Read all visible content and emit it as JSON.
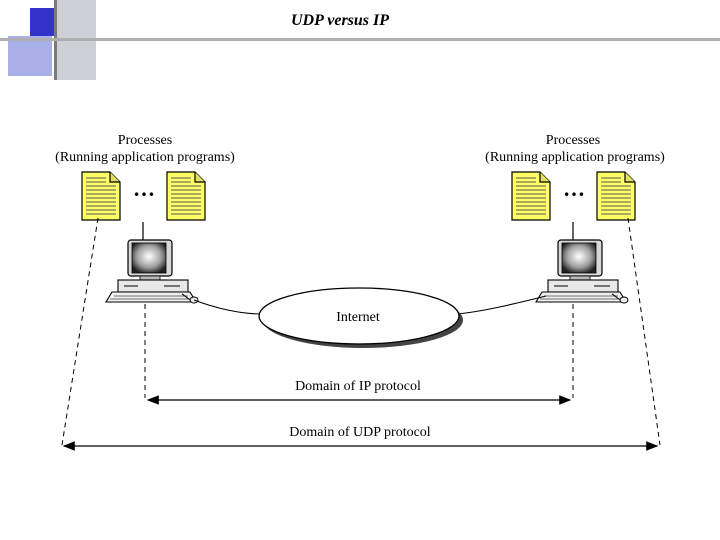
{
  "slide": {
    "title": "UDP versus IP",
    "accent_colors": {
      "blue": "#3333cc",
      "light_blue": "#a9b0e8",
      "gray": "#b0b0b0",
      "dark_gray": "#7a7a7a"
    }
  },
  "diagram": {
    "left_host": {
      "processes_label_line1": "Processes",
      "processes_label_line2": "(Running application programs)",
      "ellipsis": "…"
    },
    "right_host": {
      "processes_label_line1": "Processes",
      "processes_label_line2": "(Running application programs)",
      "ellipsis": "…"
    },
    "network_label": "Internet",
    "ip_domain_label": "Domain of IP protocol",
    "udp_domain_label": "Domain of UDP protocol",
    "icons": [
      "document-icon",
      "computer-icon",
      "keyboard-icon",
      "mouse-icon",
      "cloud-ellipse"
    ]
  }
}
